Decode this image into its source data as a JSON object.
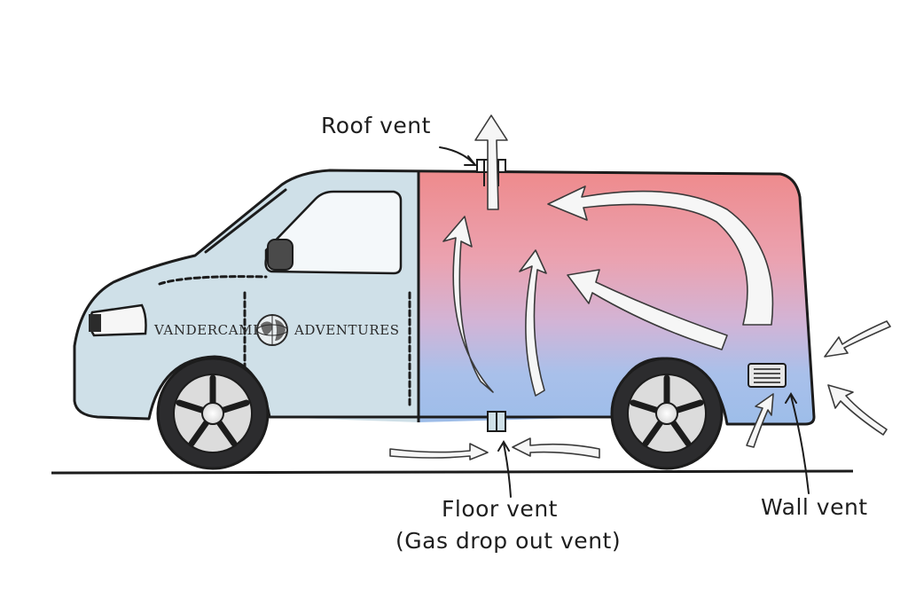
{
  "labels": {
    "roof_vent": "Roof vent",
    "floor_vent_line1": "Floor vent",
    "floor_vent_line2": "(Gas drop out vent)",
    "wall_vent": "Wall vent"
  },
  "brand": {
    "left": "VANDERCAMP",
    "right": "ADVENTURES"
  },
  "colors": {
    "cab": "#cfe0e8",
    "warm": "#ee8a8c",
    "cool": "#9dbde9",
    "ink": "#1c1c1c",
    "tyre": "#2c2c2e"
  },
  "icons": {
    "logo": "globe-icon"
  }
}
